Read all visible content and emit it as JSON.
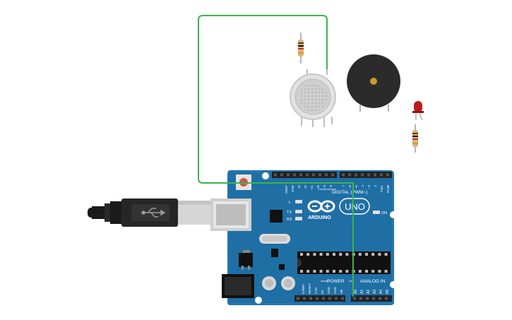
{
  "colors": {
    "background": "#ffffff",
    "board": "#1f6fa5",
    "wire": "#3cb44b",
    "header": "#222222",
    "led": "#b81c1c",
    "buzzer": "#2b2b2b",
    "sensor": "#cfcfcf"
  },
  "board": {
    "logo_text": "ARDUINO",
    "model_text": "UNO",
    "digital_label": "DIGITAL (PWM~)",
    "analog_label": "ANALOG IN",
    "power_label": "POWER",
    "on_label": "ON",
    "l_label": "L",
    "tx_label": "TX",
    "rx_label": "RX",
    "digital_pins": [
      "AREF",
      "GND",
      "13",
      "12",
      "~11",
      "~10",
      "~9",
      "8",
      "7",
      "~6",
      "~5",
      "4",
      "~3",
      "2",
      "TX▸1",
      "RX◂0"
    ],
    "power_pins": [
      "IOREF",
      "RESET",
      "3.3V",
      "5V",
      "GND",
      "GND",
      "Vin"
    ],
    "analog_pins": [
      "A0",
      "A1",
      "A2",
      "A3",
      "A4",
      "A5"
    ]
  },
  "components": {
    "usb_cable": "usb-cable-icon",
    "resistor_top": "resistor-icon",
    "gas_sensor": "gas-sensor-icon",
    "buzzer": "piezo-buzzer-icon",
    "led": "led-icon",
    "resistor_led": "resistor-icon"
  }
}
